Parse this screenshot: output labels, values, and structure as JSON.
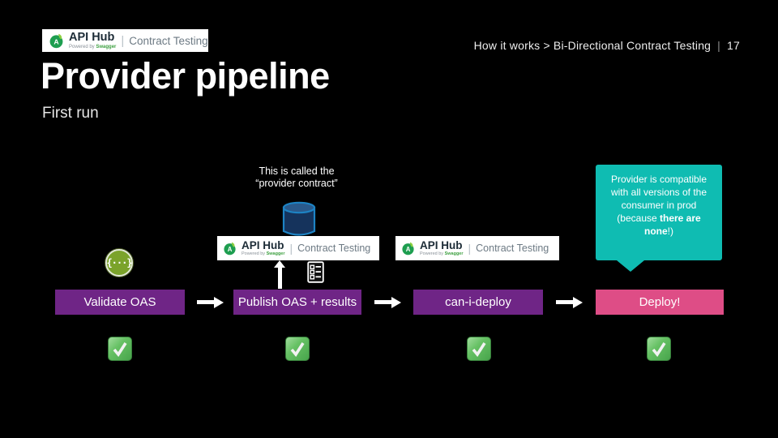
{
  "header": {
    "breadcrumb": "How it works > Bi-Directional Contract Testing",
    "divider": "|",
    "page_number": "17"
  },
  "title": "Provider pipeline",
  "subtitle": "First run",
  "logo": {
    "product": "API Hub",
    "powered_by": "Powered by ",
    "powered_brand": "Swagger",
    "divider": "|",
    "suffix": "Contract Testing",
    "letter": "A"
  },
  "annotation": {
    "line1": "This is called the",
    "line2": "“provider contract”"
  },
  "callout": {
    "text_before": "Provider is compatible with all versions of the consumer in prod (because ",
    "text_bold": "there are none",
    "text_after": "!)",
    "color": "#0fbcb2"
  },
  "pipeline": {
    "steps": [
      {
        "label": "Validate OAS",
        "color": "#6f2586"
      },
      {
        "label": "Publish OAS + results",
        "color": "#6f2586"
      },
      {
        "label": "can-i-deploy",
        "color": "#6f2586"
      },
      {
        "label": "Deploy!",
        "color": "#de4d86"
      }
    ]
  },
  "icons": {
    "openapi_icon": "{···}",
    "checkmark_icon": "✓",
    "database_icon": "database-cylinder",
    "checklist_icon": "test-results-clipboard",
    "arrow_right_icon": "→",
    "arrow_up_icon": "↑"
  },
  "colors": {
    "background": "#000000",
    "step_purple": "#6f2586",
    "step_pink": "#de4d86",
    "callout_teal": "#0fbcb2",
    "openapi_green": "#7ba32b",
    "swagger_green": "#3fa142",
    "db_stroke_blue": "#1d83c4",
    "db_fill_blue": "#15335c",
    "check_green": "#55b653"
  }
}
